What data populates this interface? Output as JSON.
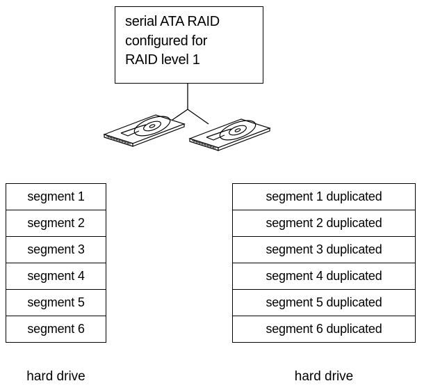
{
  "controller": {
    "lines": [
      "serial ATA RAID",
      "configured for",
      "RAID level 1"
    ]
  },
  "left_drive": {
    "segments": [
      "segment 1",
      "segment 2",
      "segment 3",
      "segment 4",
      "segment 5",
      "segment 6"
    ],
    "label": "hard drive"
  },
  "right_drive": {
    "segments": [
      "segment 1 duplicated",
      "segment 2 duplicated",
      "segment 3 duplicated",
      "segment 4 duplicated",
      "segment 5 duplicated",
      "segment 6 duplicated"
    ],
    "label": "hard drive"
  },
  "icons": [
    "hard-drive-icon",
    "hard-drive-icon"
  ]
}
